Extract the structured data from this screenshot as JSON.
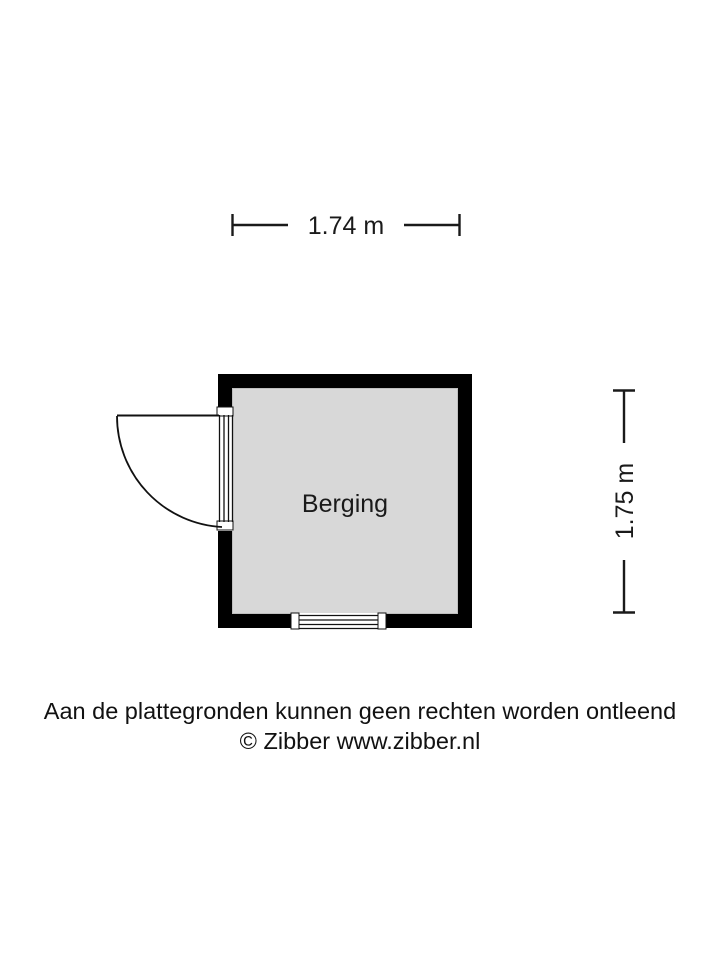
{
  "document": {
    "type": "floor-plan",
    "rooms": [
      {
        "name": "Berging",
        "label": "Berging"
      }
    ]
  },
  "dimensions": {
    "width_label": "1.74 m",
    "height_label": "1.75 m",
    "width_meters": 1.74,
    "height_meters": 1.75,
    "unit": "m"
  },
  "features": {
    "door": {
      "name": "door",
      "wall": "left",
      "swing": "outward-left"
    },
    "window": {
      "name": "window",
      "wall": "bottom"
    }
  },
  "footer": {
    "disclaimer": "Aan de plattegronden kunnen geen rechten worden ontleend",
    "credit": "© Zibber www.zibber.nl"
  },
  "colors": {
    "wall": "#000000",
    "floor": "#d8d8d8",
    "background": "#ffffff",
    "text": "#111111",
    "line": "#1a1a1a"
  }
}
